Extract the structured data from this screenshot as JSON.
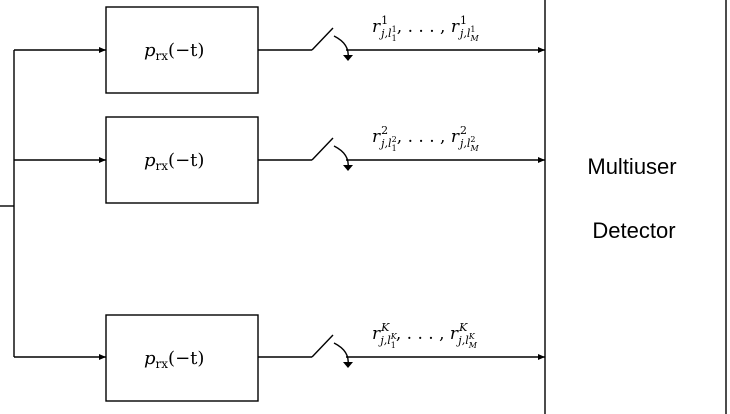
{
  "filter_label": {
    "p": "p",
    "sub": "rx",
    "arg": "(−t)"
  },
  "branches": [
    {
      "id": "1",
      "sample_label": {
        "r": "r",
        "sup": "1",
        "sub_j": "j,l",
        "sub_l_sup": "1",
        "sub_l_sub": "1",
        "dots": ", . . . , ",
        "end_sub_l_sub": "M"
      }
    },
    {
      "id": "2",
      "sample_label": {
        "r": "r",
        "sup": "2",
        "sub_j": "j,l",
        "sub_l_sup": "2",
        "sub_l_sub": "1",
        "dots": ", . . . , ",
        "end_sub_l_sub": "M"
      }
    },
    {
      "id": "K",
      "sample_label": {
        "r": "r",
        "sup": "K",
        "sub_j": "j,l",
        "sub_l_sup": "K",
        "sub_l_sub": "1",
        "dots": ", . . . , ",
        "end_sub_l_sub": "M"
      }
    }
  ],
  "detector": {
    "line1": "Multiuser",
    "line2": "Detector"
  }
}
